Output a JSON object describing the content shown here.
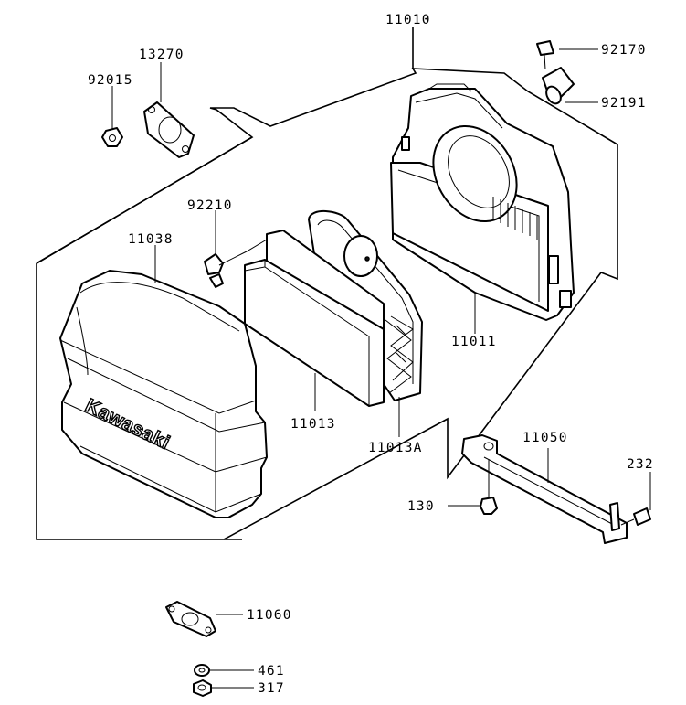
{
  "diagram": {
    "brand_logo": "Kawasaki",
    "part_numbers": {
      "n11010": "11010",
      "n92170": "92170",
      "n92191": "92191",
      "n13270": "13270",
      "n92015": "92015",
      "n92210": "92210",
      "n11038": "11038",
      "n11011": "11011",
      "n11013": "11013",
      "n11013A": "11013A",
      "n11050": "11050",
      "n232": "232",
      "n130": "130",
      "n11060": "11060",
      "n461": "461",
      "n317": "317"
    }
  }
}
